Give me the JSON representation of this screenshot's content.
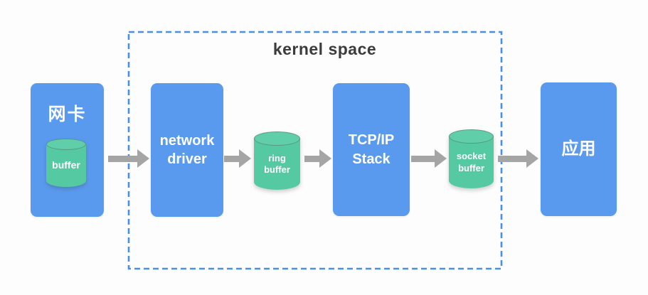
{
  "diagram": {
    "title": "kernel space",
    "nodes": {
      "nic": {
        "label": "网卡",
        "buffer": "buffer"
      },
      "network_driver": {
        "line1": "network",
        "line2": "driver"
      },
      "ring_buffer": {
        "line1": "ring",
        "line2": "buffer"
      },
      "tcpip_stack": {
        "line1": "TCP/IP",
        "line2": "Stack"
      },
      "socket_buffer": {
        "line1": "socket",
        "line2": "buffer"
      },
      "app": {
        "label": "应用"
      }
    },
    "colors": {
      "node_blue": "#5a9aee",
      "cylinder_green": "#55c9a2",
      "arrow_gray": "#a5a5a5",
      "boundary_blue": "#4a90e2",
      "title_text": "#3c3c3c",
      "node_text": "#ffffff"
    }
  }
}
